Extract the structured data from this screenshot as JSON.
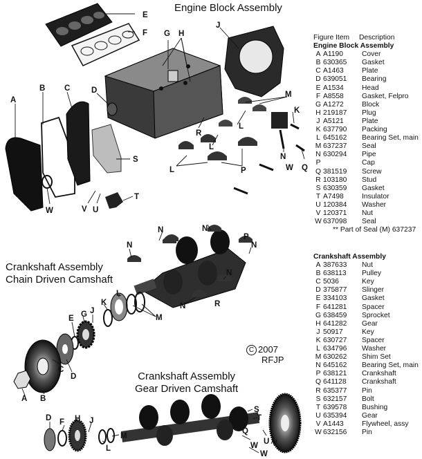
{
  "titles": {
    "engine": "Engine Block Assembly",
    "crank_chain_1": "Crankshaft Assembly",
    "crank_chain_2": "Chain Driven Camshaft",
    "crank_gear_1": "Crankshaft Assembly",
    "crank_gear_2": "Gear Driven Camshaft"
  },
  "copyright": {
    "year": "2007",
    "by": "RFJP"
  },
  "table_header": {
    "fig": "Figure Item",
    "desc": "Description"
  },
  "engine_parts": {
    "heading": "Engine Block Assembly",
    "items": [
      {
        "letter": "A",
        "num": "A1190",
        "desc": "Cover"
      },
      {
        "letter": "B",
        "num": "630365",
        "desc": "Gasket"
      },
      {
        "letter": "C",
        "num": "A1463",
        "desc": "Plate"
      },
      {
        "letter": "D",
        "num": "639051",
        "desc": "Bearing"
      },
      {
        "letter": "E",
        "num": "A1534",
        "desc": "Head"
      },
      {
        "letter": "F",
        "num": "A8558",
        "desc": "Gasket, Felpro"
      },
      {
        "letter": "G",
        "num": "A1272",
        "desc": "Block"
      },
      {
        "letter": "H",
        "num": "219187",
        "desc": "Plug"
      },
      {
        "letter": "J",
        "num": "A5121",
        "desc": "Plate"
      },
      {
        "letter": "K",
        "num": "637790",
        "desc": "Packing"
      },
      {
        "letter": "L",
        "num": "645162",
        "desc": "Bearing Set, main"
      },
      {
        "letter": "M",
        "num": "637237",
        "desc": "Seal"
      },
      {
        "letter": "N",
        "num": "630294",
        "desc": "Pipe"
      },
      {
        "letter": "P",
        "num": "",
        "desc": "Cap"
      },
      {
        "letter": "Q",
        "num": "381519",
        "desc": "Screw"
      },
      {
        "letter": "R",
        "num": "103180",
        "desc": "Stud"
      },
      {
        "letter": "S",
        "num": "630359",
        "desc": "Gasket"
      },
      {
        "letter": "T",
        "num": "A7498",
        "desc": "Insulator"
      },
      {
        "letter": "U",
        "num": "120384",
        "desc": "Washer"
      },
      {
        "letter": "V",
        "num": "120371",
        "desc": "Nut"
      },
      {
        "letter": "W",
        "num": "637098",
        "desc": "Seal"
      }
    ],
    "note": "** Part of Seal (M) 637237"
  },
  "crank_parts": {
    "heading": "Crankshaft Assembly",
    "items": [
      {
        "letter": "A",
        "num": "387633",
        "desc": "Nut"
      },
      {
        "letter": "B",
        "num": "638113",
        "desc": "Pulley"
      },
      {
        "letter": "C",
        "num": "5036",
        "desc": "Key"
      },
      {
        "letter": "D",
        "num": "375877",
        "desc": "Slinger"
      },
      {
        "letter": "E",
        "num": "334103",
        "desc": "Gasket"
      },
      {
        "letter": "F",
        "num": "641281",
        "desc": "Spacer"
      },
      {
        "letter": "G",
        "num": "638459",
        "desc": "Sprocket"
      },
      {
        "letter": "H",
        "num": "641282",
        "desc": "Gear"
      },
      {
        "letter": "J",
        "num": "50917",
        "desc": "Key"
      },
      {
        "letter": "K",
        "num": "630727",
        "desc": "Spacer"
      },
      {
        "letter": "L",
        "num": "634796",
        "desc": "Washer"
      },
      {
        "letter": "M",
        "num": "630262",
        "desc": "Shim Set"
      },
      {
        "letter": "N",
        "num": "645162",
        "desc": "Bearing Set, main"
      },
      {
        "letter": "P",
        "num": "638121",
        "desc": "Crankshaft"
      },
      {
        "letter": "Q",
        "num": "641128",
        "desc": "Crankshaft"
      },
      {
        "letter": "R",
        "num": "635377",
        "desc": "Pin"
      },
      {
        "letter": "S",
        "num": "632157",
        "desc": "Bolt"
      },
      {
        "letter": "T",
        "num": "639578",
        "desc": "Bushing"
      },
      {
        "letter": "U",
        "num": "635394",
        "desc": "Gear"
      },
      {
        "letter": "V",
        "num": "A1443",
        "desc": "Flywheel, assy"
      },
      {
        "letter": "W",
        "num": "632156",
        "desc": "Pin"
      }
    ]
  },
  "callouts": {
    "engine": [
      "A",
      "B",
      "C",
      "D",
      "E",
      "F",
      "G",
      "H",
      "J",
      "K",
      "L",
      "M",
      "N",
      "P",
      "Q",
      "R",
      "S",
      "T",
      "U",
      "V",
      "W"
    ],
    "chain": [
      "A",
      "B",
      "C",
      "D",
      "E",
      "G",
      "J",
      "K",
      "L",
      "M",
      "N",
      "P",
      "R"
    ],
    "gear": [
      "D",
      "F",
      "H",
      "J",
      "L",
      "M",
      "Q",
      "S",
      "T",
      "U",
      "V",
      "W"
    ]
  }
}
